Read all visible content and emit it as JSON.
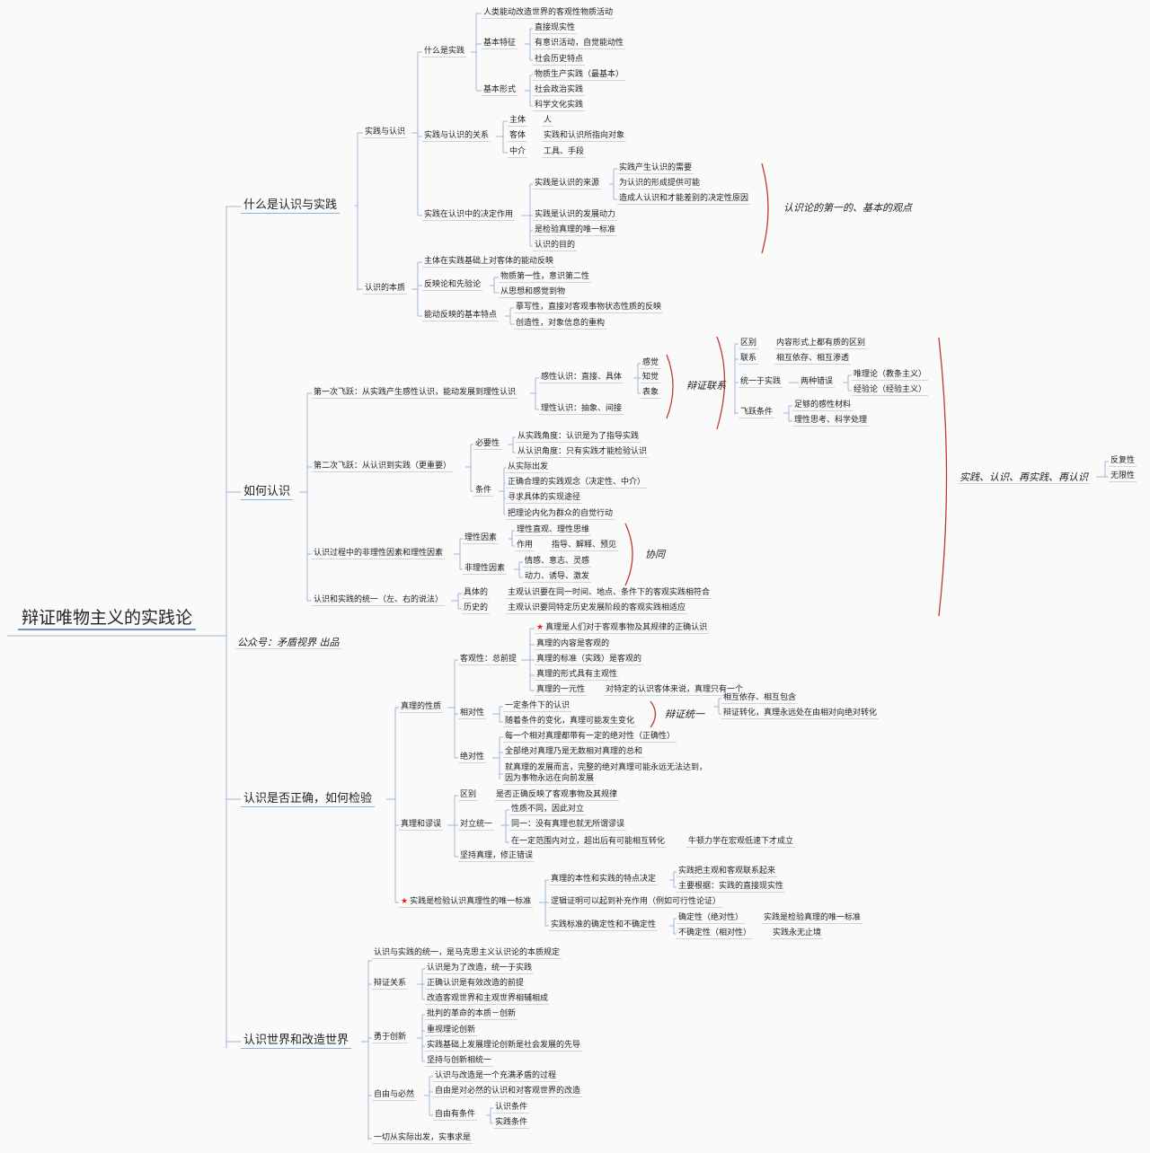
{
  "root": "辩证唯物主义的实践论",
  "footer": "公众号：矛盾视界 出品",
  "branches": {
    "b1": "什么是认识与实践",
    "b2": "如何认识",
    "b3": "认识是否正确，如何检验",
    "b4": "认识世界和改造世界"
  },
  "s1": {
    "shijian_renshi": "实践与认识",
    "shenme": "什么是实践",
    "def": "人类能动改造世界的客观性物质活动",
    "jbtz": "基本特征",
    "tz1": "直接现实性",
    "tz2": "有意识活动，自觉能动性",
    "tz3": "社会历史特点",
    "jbxs": "基本形式",
    "xs1": "物质生产实践（最基本）",
    "xs2": "社会政治实践",
    "xs3": "科学文化实践",
    "guanxi": "实践与认识的关系",
    "zt": "主体",
    "zt_v": "人",
    "kt": "客体",
    "kt_v": "实践和认识所指向对象",
    "zj": "中介",
    "zj_v": "工具、手段",
    "jdzy": "实践在认识中的决定作用",
    "ly": "实践是认识的来源",
    "ly1": "实践产生认识的需要",
    "ly2": "为认识的形成提供可能",
    "ly3": "造成人认识和才能差别的决定性原因",
    "dl": "实践是认识的发展动力",
    "bz": "是检验真理的唯一标准",
    "md": "认识的目的",
    "note1": "认识论的第一的、基本的观点",
    "bzr": "认识的本质",
    "bz1": "主体在实践基础上对客体的能动反映",
    "fyl": "反映论和先验论",
    "fyl1": "物质第一性，意识第二性",
    "fyl2": "从思想和感觉到物",
    "nd": "能动反映的基本特点",
    "nd1": "摹写性，直接对客观事物状态性质的反映",
    "nd2": "创造性，对象信息的重构"
  },
  "s2": {
    "fy1": "第一次飞跃：从实践产生感性认识，能动发展到理性认识",
    "gx": "感性认识：直接、具体",
    "gj": "感觉",
    "zj": "知觉",
    "bx": "表象",
    "lx": "理性认识：抽象、间接",
    "bzlx": "辩证联系",
    "qb": "区别",
    "qb_v": "内容形式上都有质的区别",
    "lxi": "联系",
    "lxi_v": "相互依存、相互渗透",
    "ty": "统一于实践",
    "lzcw": "两种错误",
    "wl": "唯理论（教条主义）",
    "jy": "经验论（经验主义）",
    "fytj": "飞跃条件",
    "fytj1": "足够的感性材料",
    "fytj2": "理性思考、科学处理",
    "fy2": "第二次飞跃：从认识到实践（更重要）",
    "byx": "必要性",
    "byx1": "从实践角度：认识是为了指导实践",
    "byx2": "从认识角度：只有实践才能检验认识",
    "tj": "条件",
    "tj1": "从实际出发",
    "tj2": "正确合理的实践观念（决定性、中介）",
    "tj3": "寻求具体的实现途径",
    "tj4": "把理论内化为群众的自觉行动",
    "flx": "认识过程中的非理性因素和理性因素",
    "lxys": "理性因素",
    "lxys1": "理性直观、理性思维",
    "zy": "作用",
    "zy_v": "指导、解释、预见",
    "flxys": "非理性因素",
    "flxys1": "情感、意志、灵感",
    "flxys2": "动力、诱导、激发",
    "xt": "协同",
    "tyi": "认识和实践的统一（左、右的说法）",
    "jtd": "具体的",
    "jtd_v": "主观认识要在同一时间、地点、条件下的客观实践相符合",
    "lsd": "历史的",
    "lsd_v": "主观认识要同特定历史发展阶段的客观实践相适应",
    "big": "实践、认识、再实践、再认识",
    "ffx": "反复性",
    "wxx": "无限性"
  },
  "s3": {
    "zlxz": "真理的性质",
    "kgx": "客观性：总前提",
    "k1": "真理是人们对于客观事物及其规律的正确认识",
    "k2": "真理的内容是客观的",
    "k3": "真理的标准（实践）是客观的",
    "k4": "真理的形式具有主观性",
    "k5": "真理的一元性",
    "k5_v": "对特定的认识客体来说，真理只有一个",
    "xdx": "相对性",
    "x1": "一定条件下的认识",
    "x2": "随着条件的变化，真理可能发生变化",
    "bzty": "辩证统一",
    "bzty1": "相互依存、相互包含",
    "bzty2": "辩证转化，真理永远处在由相对向绝对转化",
    "jdx": "绝对性",
    "j1": "每一个相对真理都带有一定的绝对性（正确性）",
    "j2": "全部绝对真理乃是无数相对真理的总和",
    "j3a": "就真理的发展而言，完整的绝对真理可能永远无法达到，",
    "j3b": "因为事物永远在向前发展",
    "zlmw": "真理和谬误",
    "qb": "区别",
    "qb_v": "是否正确反映了客观事物及其规律",
    "dlty": "对立统一",
    "d1": "性质不同，因此对立",
    "d2": "同一：没有真理也就无所谓谬误",
    "d3": "在一定范围内对立，超出后有可能相互转化",
    "d3_v": "牛顿力学在宏观低速下才成立",
    "jczl": "坚持真理，修正错误",
    "wybz": "实践是检验认识真理性的唯一标准",
    "bx": "真理的本性和实践的特点决定",
    "bx1": "实践把主观和客观联系起来",
    "bx2": "主要根据：实践的直接现实性",
    "ljzm": "逻辑证明可以起到补充作用（例如可行性论证）",
    "qdx": "实践标准的确定性和不确定性",
    "qd1": "确定性（绝对性）",
    "qd1_v": "实践是检验真理的唯一标准",
    "qd2": "不确定性（相对性）",
    "qd2_v": "实践永无止境"
  },
  "s4": {
    "t0": "认识与实践的统一，是马克思主义认识论的本质规定",
    "bzgx": "辩证关系",
    "g1": "认识是为了改造，统一于实践",
    "g2": "正确认识是有效改造的前提",
    "g3": "改造客观世界和主观世界相辅相成",
    "ygcx": "勇于创新",
    "c1": "批判的革命的本质－创新",
    "c2": "重视理论创新",
    "c3": "实践基础上发展理论创新是社会发展的先导",
    "c4": "坚持与创新相统一",
    "zybr": "自由与必然",
    "z1": "认识与改造是一个充满矛盾的过程",
    "z2": "自由是对必然的认识和对客观世界的改造",
    "z3": "自由有条件",
    "z3a": "认识条件",
    "z3b": "实践条件",
    "last": "一切从实际出发，实事求是"
  }
}
